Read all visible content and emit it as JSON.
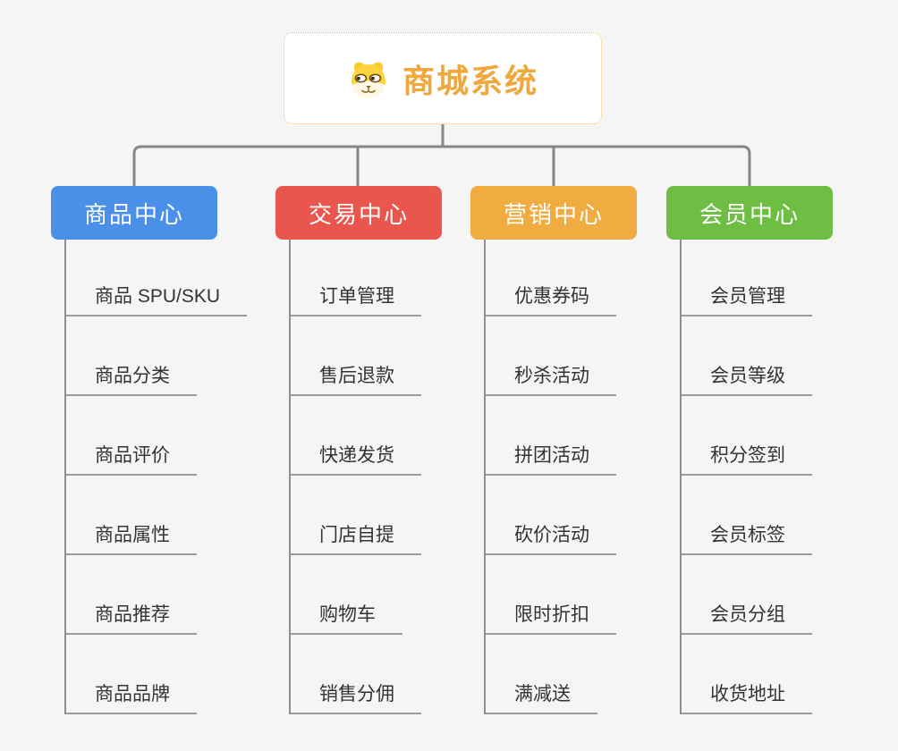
{
  "root": {
    "label": "商城系统",
    "icon": "dog-face-icon",
    "text_color": "#F0A73C",
    "border_color": "#F2BE66"
  },
  "branches": [
    {
      "label": "商品中心",
      "color": "#4A8FE8",
      "items": [
        "商品 SPU/SKU",
        "商品分类",
        "商品评价",
        "商品属性",
        "商品推荐",
        "商品品牌"
      ]
    },
    {
      "label": "交易中心",
      "color": "#E8564E",
      "items": [
        "订单管理",
        "售后退款",
        "快递发货",
        "门店自提",
        "购物车",
        "销售分佣"
      ]
    },
    {
      "label": "营销中心",
      "color": "#F0AC40",
      "items": [
        "优惠券码",
        "秒杀活动",
        "拼团活动",
        "砍价活动",
        "限时折扣",
        "满减送"
      ]
    },
    {
      "label": "会员中心",
      "color": "#6FBE44",
      "items": [
        "会员管理",
        "会员等级",
        "积分签到",
        "会员标签",
        "会员分组",
        "收货地址"
      ]
    }
  ],
  "colors": {
    "background": "#F5F5F5",
    "connector": "#868686",
    "branch_line": "#8F8F8F",
    "underline": "#9C9C9C",
    "item_text": "#333333"
  }
}
